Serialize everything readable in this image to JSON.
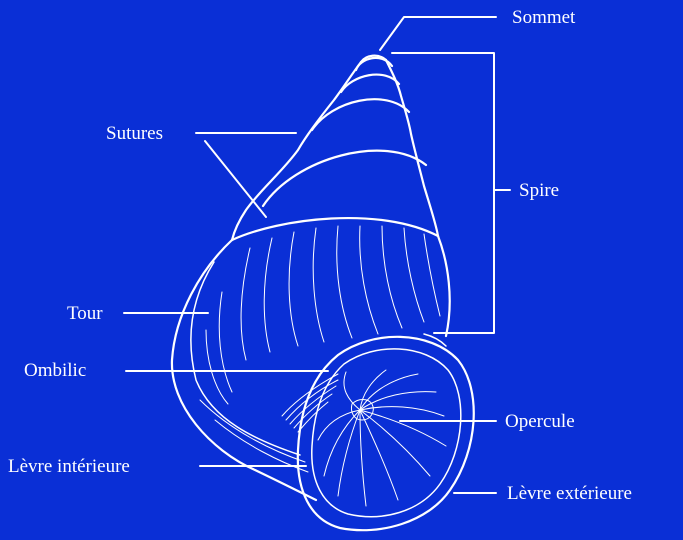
{
  "background": "#0a2fd6",
  "line_color": "#ffffff",
  "labels": {
    "sommet": "Sommet",
    "sutures": "Sutures",
    "spire": "Spire",
    "tour": "Tour",
    "ombilic": "Ombilic",
    "opercule": "Opercule",
    "levre_interieure": "Lèvre intérieure",
    "levre_exterieure": "Lèvre extérieure"
  }
}
